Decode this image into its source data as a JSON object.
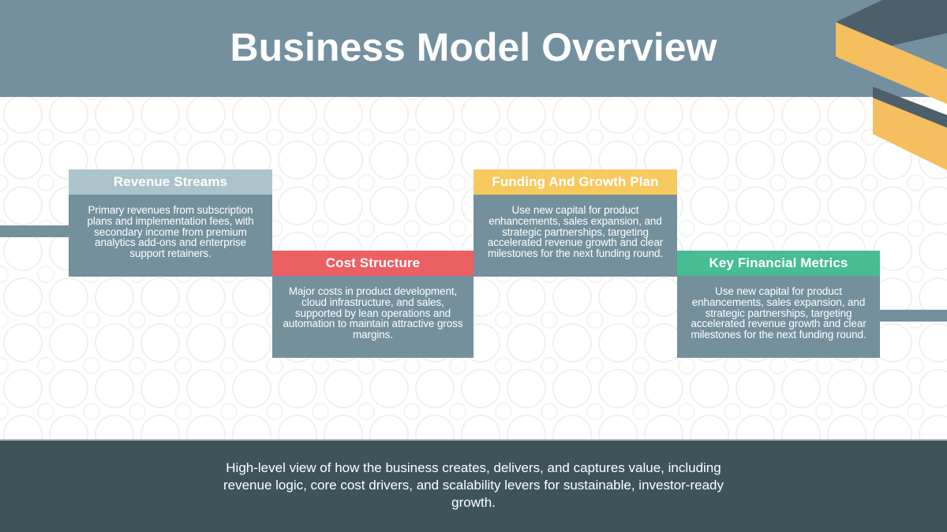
{
  "slide": {
    "title": "Business Model Overview",
    "footer_text": "High-level view of how the business creates, delivers, and captures value, including revenue logic, core cost drivers, and scalability levers for sustainable, investor-ready growth."
  },
  "cards": [
    {
      "title": "Revenue Streams",
      "body": "Primary revenues from subscription plans and implementation fees, with secondary income from premium analytics add-ons and enterprise support retainers.",
      "accent": "#ADC3CC"
    },
    {
      "title": "Cost Structure",
      "body": "Major costs in product development, cloud infrastructure, and sales, supported by lean operations and automation to maintain attractive gross margins.",
      "accent": "#EC5F63"
    },
    {
      "title": "Funding And Growth Plan",
      "body": "Use new capital for product enhancements, sales expansion, and strategic partnerships, targeting accelerated revenue growth and clear milestones for the next funding round.",
      "accent": "#F7C95F"
    },
    {
      "title": "Key Financial Metrics",
      "body": "Use new capital for product enhancements, sales expansion, and strategic partnerships, targeting accelerated revenue growth and clear milestones for the next funding round.",
      "accent": "#48BC93"
    }
  ],
  "colors": {
    "header_band": "#74909E",
    "card_body": "#74909C",
    "connector": "#74909C",
    "footer_bg": "#3F5459",
    "footer_top_line": "#AEBFC6",
    "title_text": "#FFFFFF",
    "ribbon_yellow": "#F5BE5E",
    "ribbon_dark": "#4C5F6A",
    "background_pattern": "#F1F1F1"
  }
}
